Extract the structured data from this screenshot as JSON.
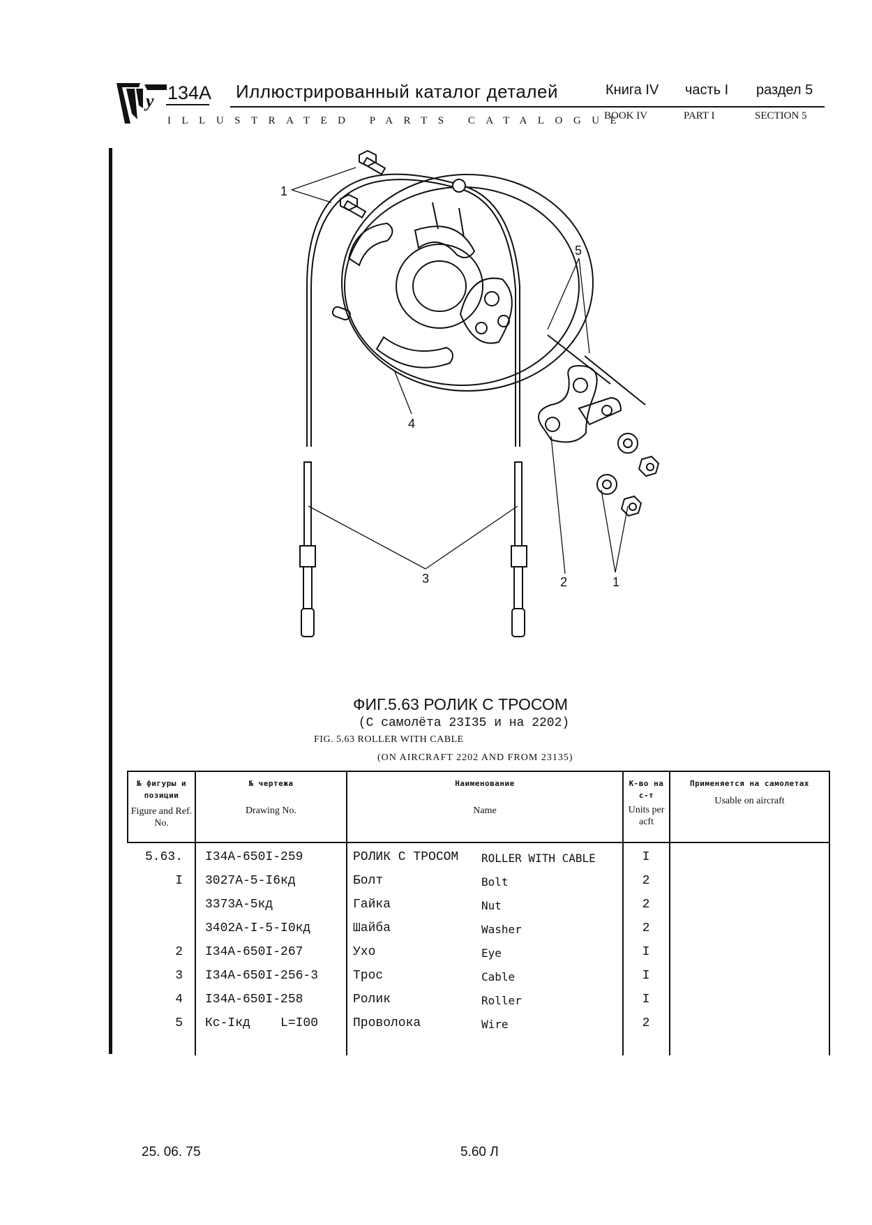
{
  "header": {
    "model": "134A",
    "title_ru": "Иллюстрированный каталог деталей",
    "title_en": "ILLUSTRATED PARTS CATALOGUE",
    "book_ru": "Книга IV",
    "part_ru": "часть I",
    "section_ru": "раздел 5",
    "book_en": "BOOK IV",
    "part_en": "PART I",
    "section_en": "SECTION 5"
  },
  "figure": {
    "callouts": [
      "1",
      "1",
      "2",
      "3",
      "4",
      "5"
    ]
  },
  "caption": {
    "title_ru": "ФИГ.5.63 РОЛИК С ТРОСОМ",
    "subtitle_ru": "(С самолёта 23I35 и на 2202)",
    "title_en": "FIG. 5.63 ROLLER WITH CABLE",
    "subtitle_en": "(ON AIRCRAFT 2202 AND FROM 23135)"
  },
  "table": {
    "headers": {
      "ref_ru": "№ фигуры и позиции",
      "ref_en": "Figure and Ref. No.",
      "drawing_ru": "№ чертежа",
      "drawing_en": "Drawing No.",
      "name_ru": "Наименование",
      "name_en": "Name",
      "units_ru": "К-во на с-т",
      "units_en": "Units per acft",
      "usable_ru": "Применяется на самолетах",
      "usable_en": "Usable on aircraft"
    },
    "rows": [
      {
        "ref": "5.63.",
        "drawing": "I34A-650I-259",
        "name_ru": "РОЛИК С ТРОСОМ",
        "name_en": "ROLLER WITH CABLE",
        "qty": "I"
      },
      {
        "ref": "I",
        "drawing": "3027A-5-I6кд",
        "name_ru": "Болт",
        "name_en": "Bolt",
        "qty": "2"
      },
      {
        "ref": "",
        "drawing": "3373A-5кд",
        "name_ru": "Гайка",
        "name_en": "Nut",
        "qty": "2"
      },
      {
        "ref": "",
        "drawing": "3402A-I-5-I0кд",
        "name_ru": "Шайба",
        "name_en": "Washer",
        "qty": "2"
      },
      {
        "ref": "2",
        "drawing": "I34A-650I-267",
        "name_ru": "Ухо",
        "name_en": "Eye",
        "qty": "I"
      },
      {
        "ref": "3",
        "drawing": "I34A-650I-256-3",
        "name_ru": "Трос",
        "name_en": "Cable",
        "qty": "I"
      },
      {
        "ref": "4",
        "drawing": "I34A-650I-258",
        "name_ru": "Ролик",
        "name_en": "Roller",
        "qty": "I"
      },
      {
        "ref": "5",
        "drawing": "Кс-Iкд    L=I00",
        "name_ru": "Проволока",
        "name_en": "Wire",
        "qty": "2"
      }
    ]
  },
  "footer": {
    "date": "25. 06. 75",
    "page": "5.60 Л"
  }
}
